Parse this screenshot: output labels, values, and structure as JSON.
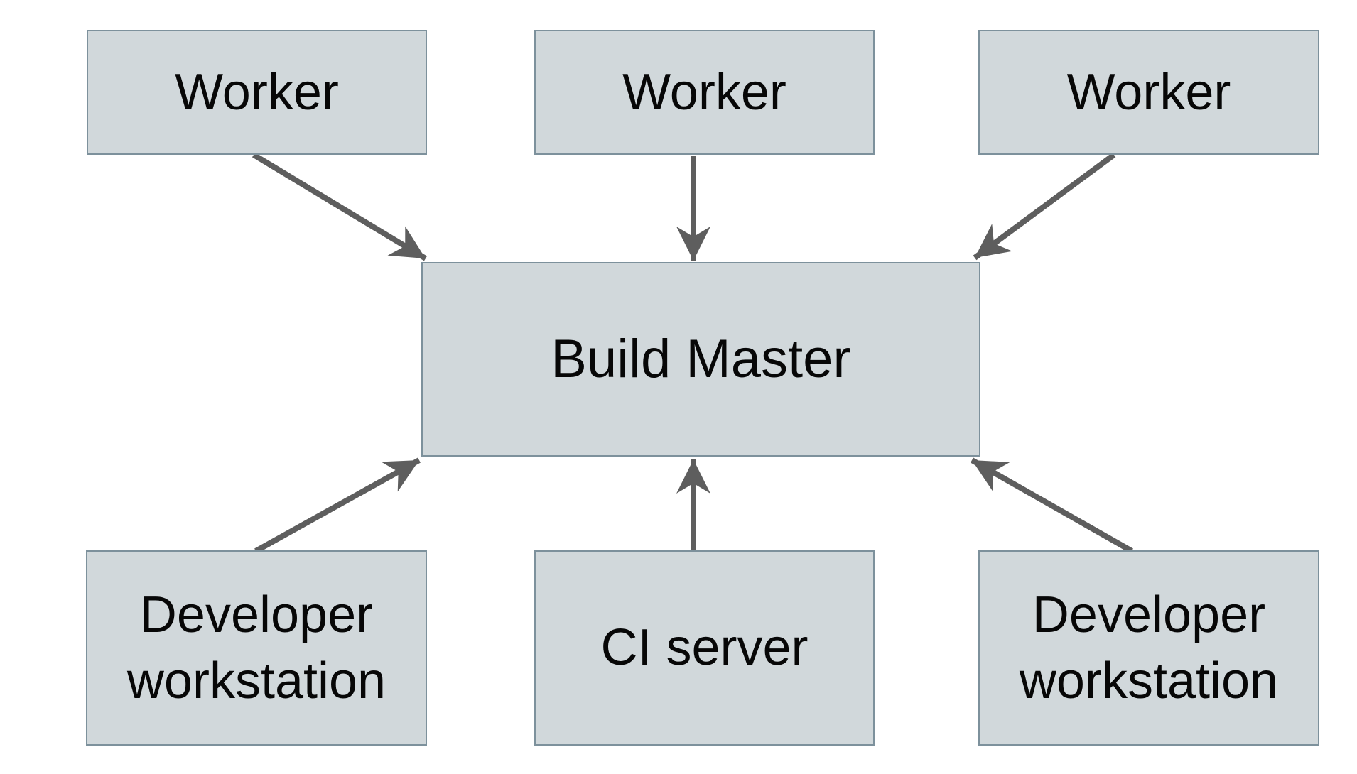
{
  "diagram": {
    "colors": {
      "background": "#ffffff",
      "node_fill": "#d1d8db",
      "node_border": "#7d919c",
      "arrow": "#5e5e5e",
      "text": "#070707"
    },
    "nodes": [
      {
        "id": "worker-1",
        "label": "Worker"
      },
      {
        "id": "worker-2",
        "label": "Worker"
      },
      {
        "id": "worker-3",
        "label": "Worker"
      },
      {
        "id": "build-master",
        "label": "Build Master"
      },
      {
        "id": "developer-workstation-1",
        "label": "Developer workstation"
      },
      {
        "id": "ci-server",
        "label": "CI server"
      },
      {
        "id": "developer-workstation-2",
        "label": "Developer workstation"
      }
    ],
    "edges": [
      {
        "from": "worker-1",
        "to": "build-master"
      },
      {
        "from": "worker-2",
        "to": "build-master"
      },
      {
        "from": "worker-3",
        "to": "build-master"
      },
      {
        "from": "developer-workstation-1",
        "to": "build-master"
      },
      {
        "from": "ci-server",
        "to": "build-master"
      },
      {
        "from": "developer-workstation-2",
        "to": "build-master"
      }
    ]
  }
}
